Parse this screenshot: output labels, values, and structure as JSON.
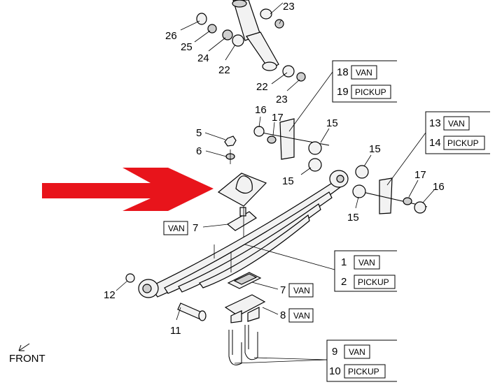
{
  "colors": {
    "arrow": "#e8141b",
    "line": "#000000",
    "part_fill": "#f2f2f2"
  },
  "callouts": [
    {
      "id": "c26",
      "text": "26"
    },
    {
      "id": "c25",
      "text": "25"
    },
    {
      "id": "c24",
      "text": "24"
    },
    {
      "id": "c22a",
      "text": "22"
    },
    {
      "id": "c23a",
      "text": "23"
    },
    {
      "id": "c22b",
      "text": "22"
    },
    {
      "id": "c23b",
      "text": "23"
    },
    {
      "id": "c16a",
      "text": "16"
    },
    {
      "id": "c17a",
      "text": "17"
    },
    {
      "id": "c15a",
      "text": "15"
    },
    {
      "id": "c15b",
      "text": "15"
    },
    {
      "id": "c15c",
      "text": "15"
    },
    {
      "id": "c15d",
      "text": "15"
    },
    {
      "id": "c5",
      "text": "5"
    },
    {
      "id": "c6",
      "text": "6"
    },
    {
      "id": "c17b",
      "text": "17"
    },
    {
      "id": "c16b",
      "text": "16"
    },
    {
      "id": "c12",
      "text": "12"
    },
    {
      "id": "c11",
      "text": "11"
    },
    {
      "id": "c7a",
      "text": "7"
    },
    {
      "id": "c7b",
      "text": "7"
    },
    {
      "id": "c8",
      "text": "8"
    }
  ],
  "tags": {
    "van7": "VAN",
    "van7b": "VAN",
    "van8": "VAN"
  },
  "groups": {
    "g18": {
      "rows": [
        {
          "num": "18",
          "label": "VAN"
        },
        {
          "num": "19",
          "label": "PICKUP"
        }
      ]
    },
    "g13": {
      "rows": [
        {
          "num": "13",
          "label": "VAN"
        },
        {
          "num": "14",
          "label": "PICKUP"
        }
      ]
    },
    "g1": {
      "rows": [
        {
          "num": "1",
          "label": "VAN"
        },
        {
          "num": "2",
          "label": "PICKUP"
        }
      ]
    },
    "g9": {
      "rows": [
        {
          "num": "9",
          "label": "VAN"
        },
        {
          "num": "10",
          "label": "PICKUP"
        }
      ]
    }
  },
  "front_label": "FRONT"
}
